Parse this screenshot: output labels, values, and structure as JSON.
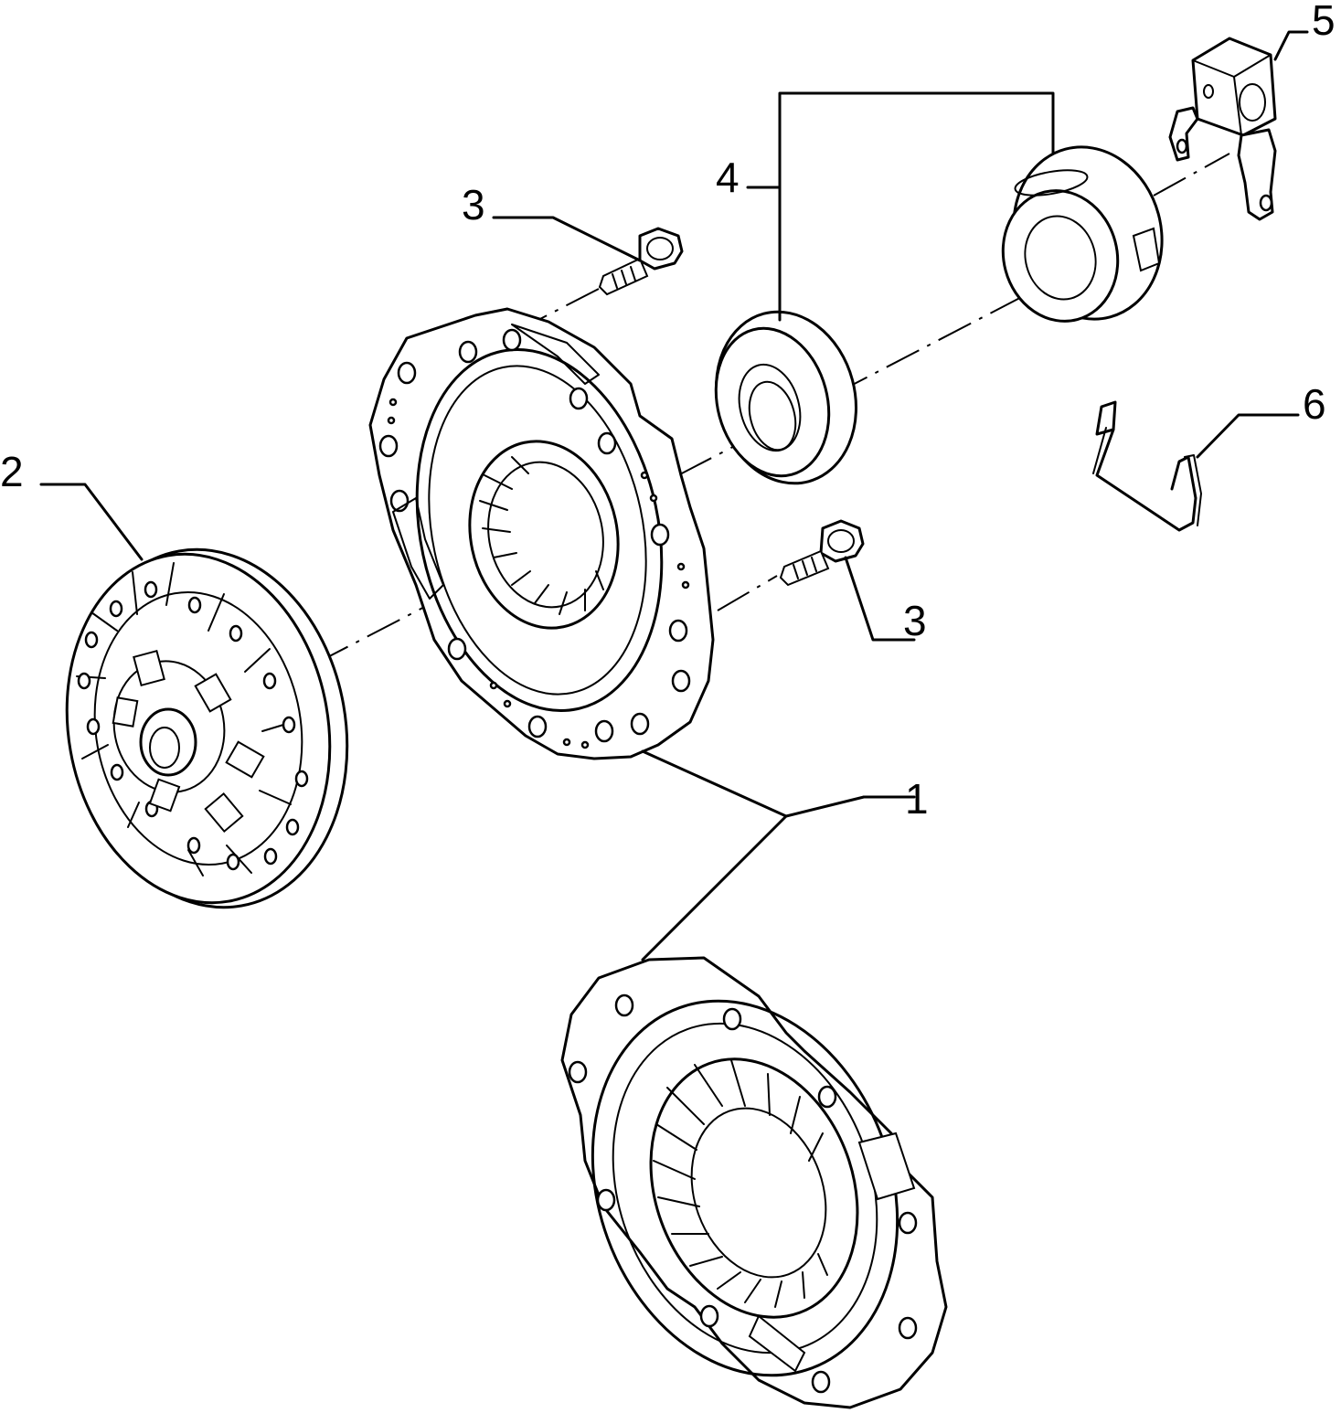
{
  "callouts": [
    {
      "id": "callout-1",
      "text": "1"
    },
    {
      "id": "callout-2",
      "text": "2"
    },
    {
      "id": "callout-3-top",
      "text": "3"
    },
    {
      "id": "callout-3-bottom",
      "text": "3"
    },
    {
      "id": "callout-4",
      "text": "4"
    },
    {
      "id": "callout-5",
      "text": "5"
    },
    {
      "id": "callout-6",
      "text": "6"
    }
  ],
  "colors": {
    "line": "#000000",
    "background": "#ffffff"
  }
}
